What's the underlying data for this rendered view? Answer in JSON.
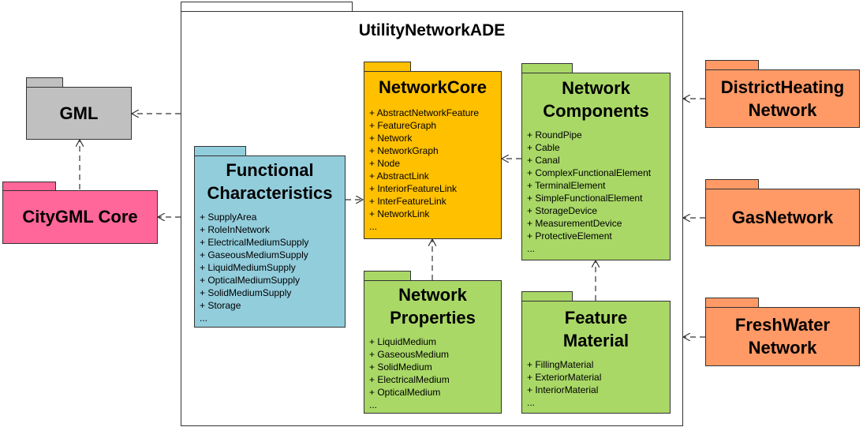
{
  "container": {
    "title": "UtilityNetworkADE"
  },
  "packages": {
    "gml": {
      "title": "GML",
      "color": "#c0c0c0"
    },
    "citygml_core": {
      "title": "CityGML Core",
      "color": "#ff6699"
    },
    "district_heating": {
      "title_line1": "DistrictHeating",
      "title_line2": "Network",
      "color": "#ff9966"
    },
    "gas": {
      "title": "GasNetwork",
      "color": "#ff9966"
    },
    "fresh_water": {
      "title_line1": "FreshWater",
      "title_line2": "Network",
      "color": "#ff9966"
    },
    "functional": {
      "title_line1": "Functional",
      "title_line2": "Characteristics",
      "color": "#92cddc",
      "items": [
        "+ SupplyArea",
        "+ RoleInNetwork",
        "+ ElectricalMediumSupply",
        "+ GaseousMediumSupply",
        "+ LiquidMediumSupply",
        "+ OpticalMediumSupply",
        "+ SolidMediumSupply",
        "+ Storage",
        "..."
      ]
    },
    "network_core": {
      "title": "NetworkCore",
      "color": "#ffc000",
      "items": [
        "+ AbstractNetworkFeature",
        "+ FeatureGraph",
        "+ Network",
        "+ NetworkGraph",
        "+ Node",
        "+ AbstractLink",
        "+ InteriorFeatureLink",
        "+ InterFeatureLink",
        "+ NetworkLink",
        "..."
      ]
    },
    "network_components": {
      "title_line1": "Network",
      "title_line2": "Components",
      "color": "#a9d867",
      "items": [
        "+ RoundPipe",
        "+ Cable",
        "+ Canal",
        "+ ComplexFunctionalElement",
        "+ TerminalElement",
        "+ SimpleFunctionalElement",
        "+ StorageDevice",
        "+ MeasurementDevice",
        "+ ProtectiveElement",
        "..."
      ]
    },
    "network_properties": {
      "title_line1": "Network",
      "title_line2": "Properties",
      "color": "#a9d867",
      "items": [
        "+ LiquidMedium",
        "+ GaseousMedium",
        "+ SolidMedium",
        "+ ElectricalMedium",
        "+ OpticalMedium",
        "..."
      ]
    },
    "feature_material": {
      "title_line1": "Feature",
      "title_line2": "Material",
      "color": "#a9d867",
      "items": [
        "+ FillingMaterial",
        "+ ExteriorMaterial",
        "+ InteriorMaterial",
        "..."
      ]
    }
  }
}
